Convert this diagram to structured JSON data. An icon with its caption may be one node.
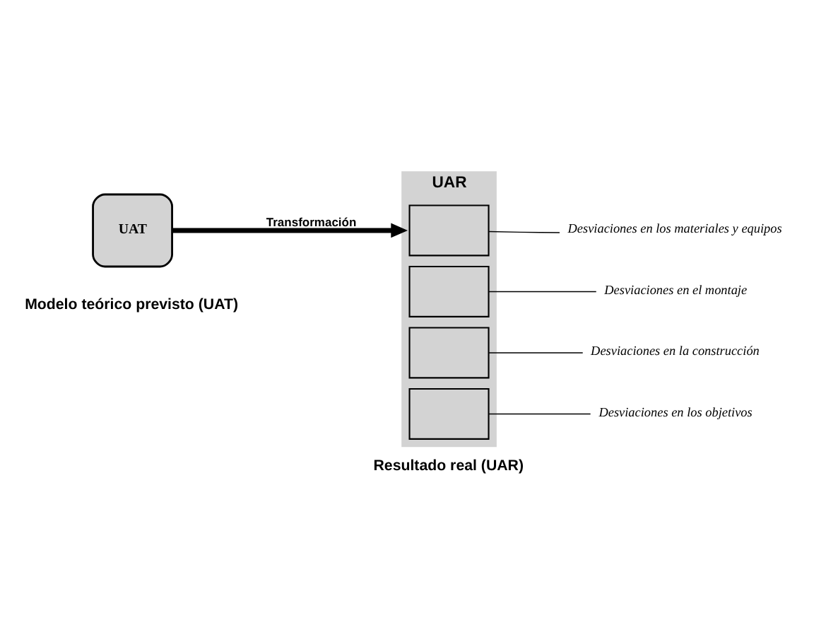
{
  "diagram": {
    "nodes": [
      {
        "text": [
          "UAT"
        ],
        "beside": [
          "Modelo teórico previsto (UAT)"
        ]
      },
      {
        "text": [
          "UAR"
        ],
        "beside": [
          "Resultado real (UAR)"
        ]
      },
      {
        "text": [],
        "shape": "box",
        "in": 1
      },
      {
        "text": [],
        "shape": "box",
        "in": 1
      },
      {
        "text": [],
        "shape": "box",
        "in": 1
      },
      {
        "text": [],
        "shape": "box",
        "in": 1
      },
      {
        "text": [
          "Desviaciones en los materiales y equipos"
        ]
      },
      {
        "text": [
          "Desviaciones en el montaje"
        ]
      },
      {
        "text": [
          "Desviaciones en la construcción"
        ]
      },
      {
        "text": [
          "Desviaciones en los objetivos"
        ]
      }
    ],
    "edges": [
      {
        "from": 0,
        "to": 1,
        "arrow": "to",
        "label": "Transformación",
        "style": "thick"
      },
      {
        "from": 6,
        "to": 2,
        "arrow": "none"
      },
      {
        "from": 7,
        "to": 3,
        "arrow": "none"
      },
      {
        "from": 8,
        "to": 4,
        "arrow": "none"
      },
      {
        "from": 9,
        "to": 5,
        "arrow": "none"
      }
    ]
  }
}
